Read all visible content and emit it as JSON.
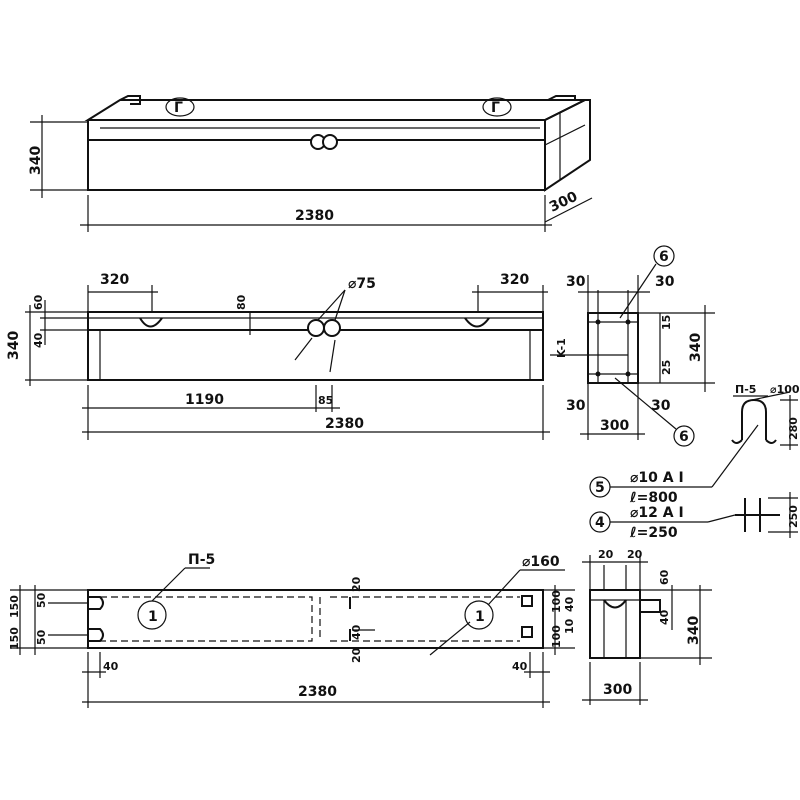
{
  "top_view": {
    "height_dim": "340",
    "length_dim": "2380",
    "depth_dim": "300",
    "mark_left": "Г",
    "mark_right": "Г"
  },
  "front_view": {
    "left_offset": "320",
    "right_offset": "320",
    "hole_dim": "⌀75",
    "slot_depth": "80",
    "dim_60": "60",
    "dim_40": "40",
    "height_dim": "340",
    "center_dim": "1190",
    "hole_gap": "85",
    "length_dim": "2380"
  },
  "section_kk": {
    "section_label": "K-1",
    "dim_top_left": "30",
    "dim_top_right": "30",
    "dim_bot_left": "30",
    "dim_bot_right": "30",
    "dim_15": "15",
    "dim_25": "25",
    "height_dim": "340",
    "width_dim": "300",
    "callout_top": "6",
    "callout_bottom": "6"
  },
  "rebar_details": {
    "loop_label": "П-5",
    "loop_dia": "⌀100",
    "loop_height": "280",
    "callout_5": "5",
    "bar5_spec": "⌀10 А I",
    "bar5_len": "ℓ=800",
    "callout_4": "4",
    "bar4_spec": "⌀12 А I",
    "bar4_len": "ℓ=250",
    "bar4_dim": "250"
  },
  "plan_view": {
    "loop_label": "П-5",
    "hole_dia": "⌀160",
    "callout_left": "1",
    "callout_right": "1",
    "dim_150a": "150",
    "dim_150b": "150",
    "dim_50a": "50",
    "dim_50b": "50",
    "dim_20a": "20",
    "dim_20b": "20",
    "dim_40c": "40",
    "dim_100a": "100",
    "dim_100b": "100",
    "dim_10": "10",
    "dim_40r": "40",
    "dim_40l": "40",
    "dim_40rr": "40",
    "length_dim": "2380"
  },
  "end_view": {
    "dim_20l": "20",
    "dim_20r": "20",
    "dim_60": "60",
    "dim_40": "40",
    "height_dim": "340",
    "width_dim": "300"
  }
}
